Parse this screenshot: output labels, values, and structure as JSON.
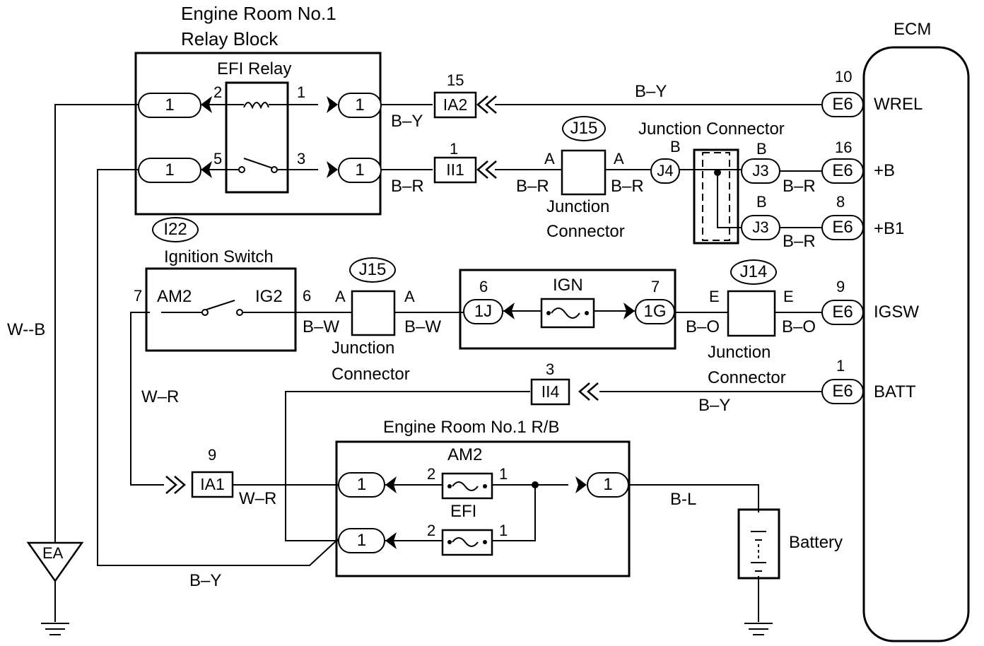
{
  "titles": {
    "relay_block_line1": "Engine Room No.1",
    "relay_block_line2": "Relay Block",
    "efi_relay": "EFI Relay",
    "ecm": "ECM",
    "junction_connector_top": "Junction Connector",
    "ignition_switch": "Ignition Switch",
    "ign_fuse": "IGN",
    "rb": "Engine Room No.1 R/B",
    "am2_fuse": "AM2",
    "efi_fuse": "EFI",
    "battery": "Battery",
    "jc_line1": "Junction",
    "jc_line2": "Connector"
  },
  "ecm_pins": [
    {
      "num": "10",
      "conn": "E6",
      "name": "WREL"
    },
    {
      "num": "16",
      "conn": "E6",
      "name": "+B"
    },
    {
      "num": "8",
      "conn": "E6",
      "name": "+B1"
    },
    {
      "num": "9",
      "conn": "E6",
      "name": "IGSW"
    },
    {
      "num": "1",
      "conn": "E6",
      "name": "BATT"
    }
  ],
  "connectors": {
    "ia2": {
      "num": "15",
      "id": "IA2"
    },
    "ii1": {
      "num": "1",
      "id": "II1"
    },
    "ii4": {
      "num": "3",
      "id": "II4"
    },
    "ia1": {
      "num": "9",
      "id": "IA1"
    },
    "j15": "J15",
    "j14": "J14",
    "i22": "I22",
    "j4": "J4",
    "j3": "J3"
  },
  "relay_pins": [
    "1",
    "2",
    "1",
    "1",
    "5",
    "3",
    "1"
  ],
  "ign_pins": {
    "left_num": "6",
    "left_id": "1J",
    "right_num": "7",
    "right_id": "1G"
  },
  "switch": {
    "pin_left": "7",
    "term_left": "AM2",
    "term_right": "IG2",
    "pin_right": "6"
  },
  "letters": {
    "a": "A",
    "b": "B",
    "e": "E"
  },
  "fuse_pins": {
    "two": "2",
    "one": "1"
  },
  "wires": {
    "by": "B–Y",
    "br": "B–R",
    "bw": "B–W",
    "bo": "B–O",
    "wr": "W–R",
    "wb": "W--B",
    "bl": "B-L"
  },
  "ground": "EA"
}
